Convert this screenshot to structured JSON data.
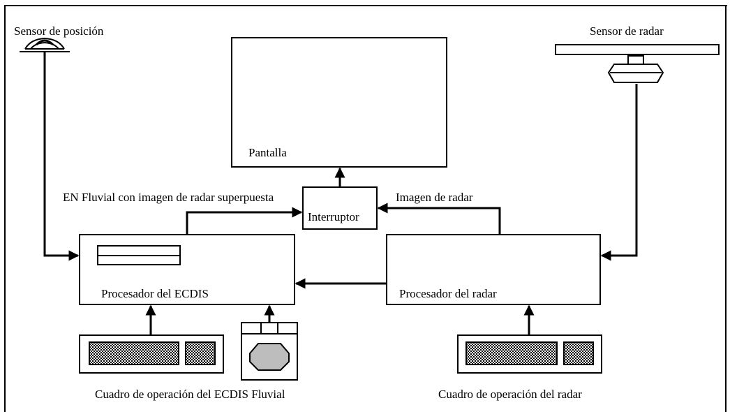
{
  "labels": {
    "position_sensor": "Sensor de posición",
    "radar_sensor": "Sensor de radar",
    "display": "Pantalla",
    "switch": "Interruptor",
    "ecdis_overlay": "EN Fluvial con imagen de radar superpuesta",
    "radar_image": "Imagen de radar",
    "ecdis_processor": "Procesador del ECDIS",
    "radar_processor": "Procesador del radar",
    "ecdis_panel": "Cuadro de operación del ECDIS Fluvial",
    "radar_panel": "Cuadro de operación del radar"
  },
  "colors": {
    "line": "#000000",
    "panel_fill": "#d0d0d0",
    "trackball_fill": "#bdbdbd"
  }
}
